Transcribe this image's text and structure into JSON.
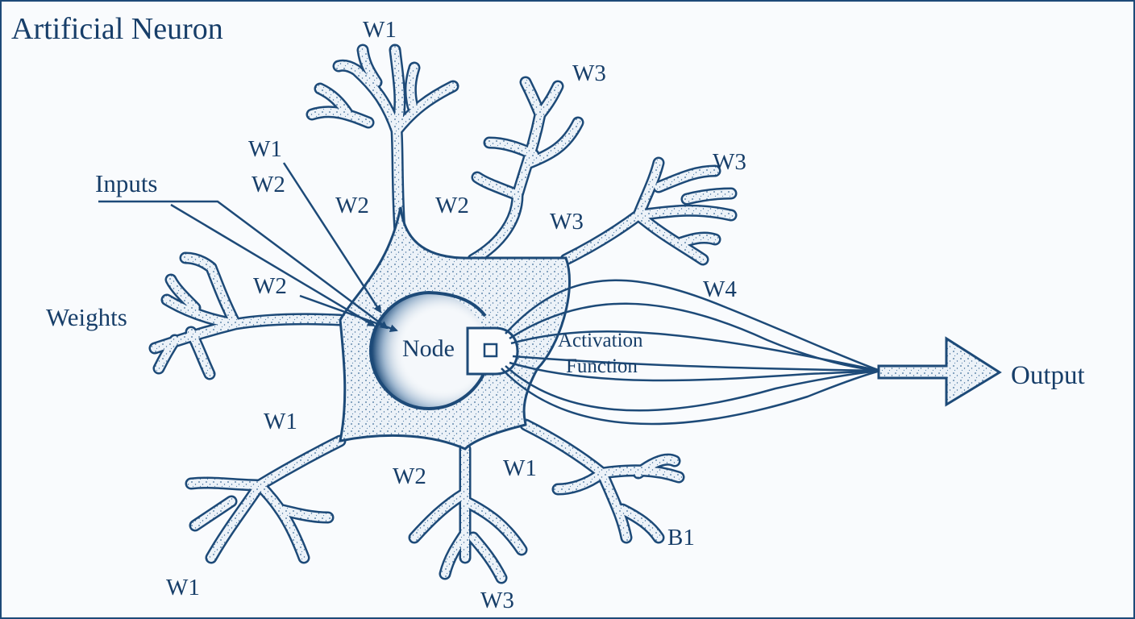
{
  "title": "Artificial Neuron",
  "labels": {
    "inputs": "Inputs",
    "weights": "Weights",
    "node": "Node",
    "activation_line1": "Activation",
    "activation_line2": "Function",
    "output": "Output"
  },
  "weights": {
    "top_w1": "W1",
    "top_w3": "W3",
    "right_w3": "W3",
    "mid_w1": "W1",
    "mid_w2": "W2",
    "upper_w2": "W2",
    "center_w2": "W2",
    "right_mid_w3": "W3",
    "left_w2": "W2",
    "w4": "W4",
    "lower_left_w1": "W1",
    "bottom_w2": "W2",
    "bottom_right_w1": "W1",
    "b1": "B1",
    "bottom_left_w1": "W1",
    "bottom_w3": "W3"
  },
  "colors": {
    "ink": "#1d4a78",
    "background": "#f9fbfd",
    "stipple": "#3e6c98"
  }
}
